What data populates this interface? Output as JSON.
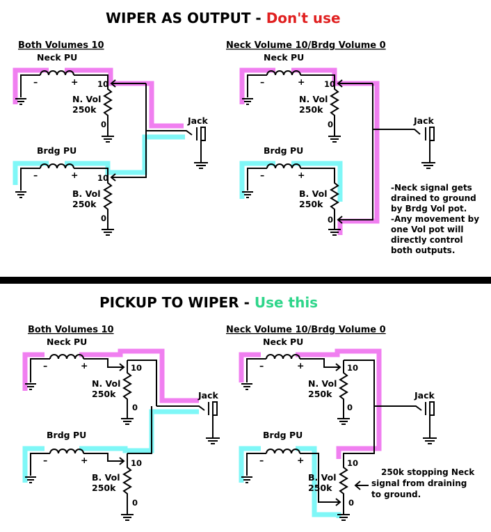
{
  "colors": {
    "red": "#e02020",
    "green": "#2ed58a",
    "magenta": "#f07ff0",
    "cyan": "#7ff7f7"
  },
  "top": {
    "title_main": "WIPER AS OUTPUT - ",
    "title_accent": "Don't use",
    "left": {
      "subtitle": "Both Volumes 10",
      "neck_pu": "Neck PU",
      "neck_vol": "N. Vol",
      "neck_ohm": "250k",
      "bridge_pu": "Brdg PU",
      "bridge_vol": "B. Vol",
      "bridge_ohm": "250k",
      "jack": "Jack",
      "ten": "10",
      "zero": "0",
      "minus": "–",
      "plus": "+"
    },
    "right": {
      "subtitle": "Neck Volume 10/Brdg Volume 0",
      "neck_pu": "Neck PU",
      "neck_vol": "N. Vol",
      "neck_ohm": "250k",
      "bridge_pu": "Brdg PU",
      "bridge_vol": "B. Vol",
      "bridge_ohm": "250k",
      "jack": "Jack",
      "ten": "10",
      "zero": "0",
      "minus": "–",
      "plus": "+",
      "note_lines": [
        "-Neck signal gets",
        "drained to ground",
        "by Brdg Vol pot.",
        "-Any movement by",
        "one Vol pot will",
        "directly control",
        "both outputs."
      ]
    }
  },
  "bottom": {
    "title_main": "PICKUP TO WIPER - ",
    "title_accent": "Use this",
    "left": {
      "subtitle": "Both Volumes 10",
      "neck_pu": "Neck PU",
      "neck_vol": "N. Vol",
      "neck_ohm": "250k",
      "bridge_pu": "Brdg PU",
      "bridge_vol": "B. Vol",
      "bridge_ohm": "250k",
      "jack": "Jack",
      "ten": "10",
      "zero": "0",
      "minus": "–",
      "plus": "+"
    },
    "right": {
      "subtitle": "Neck Volume 10/Brdg Volume 0",
      "neck_pu": "Neck PU",
      "neck_vol": "N. Vol",
      "neck_ohm": "250k",
      "bridge_pu": "Brdg PU",
      "bridge_vol": "B. Vol",
      "bridge_ohm": "250k",
      "jack": "Jack",
      "ten": "10",
      "zero": "0",
      "minus": "–",
      "plus": "+",
      "note_lines": [
        "250k stopping Neck",
        "signal from draining",
        "to ground."
      ]
    }
  }
}
